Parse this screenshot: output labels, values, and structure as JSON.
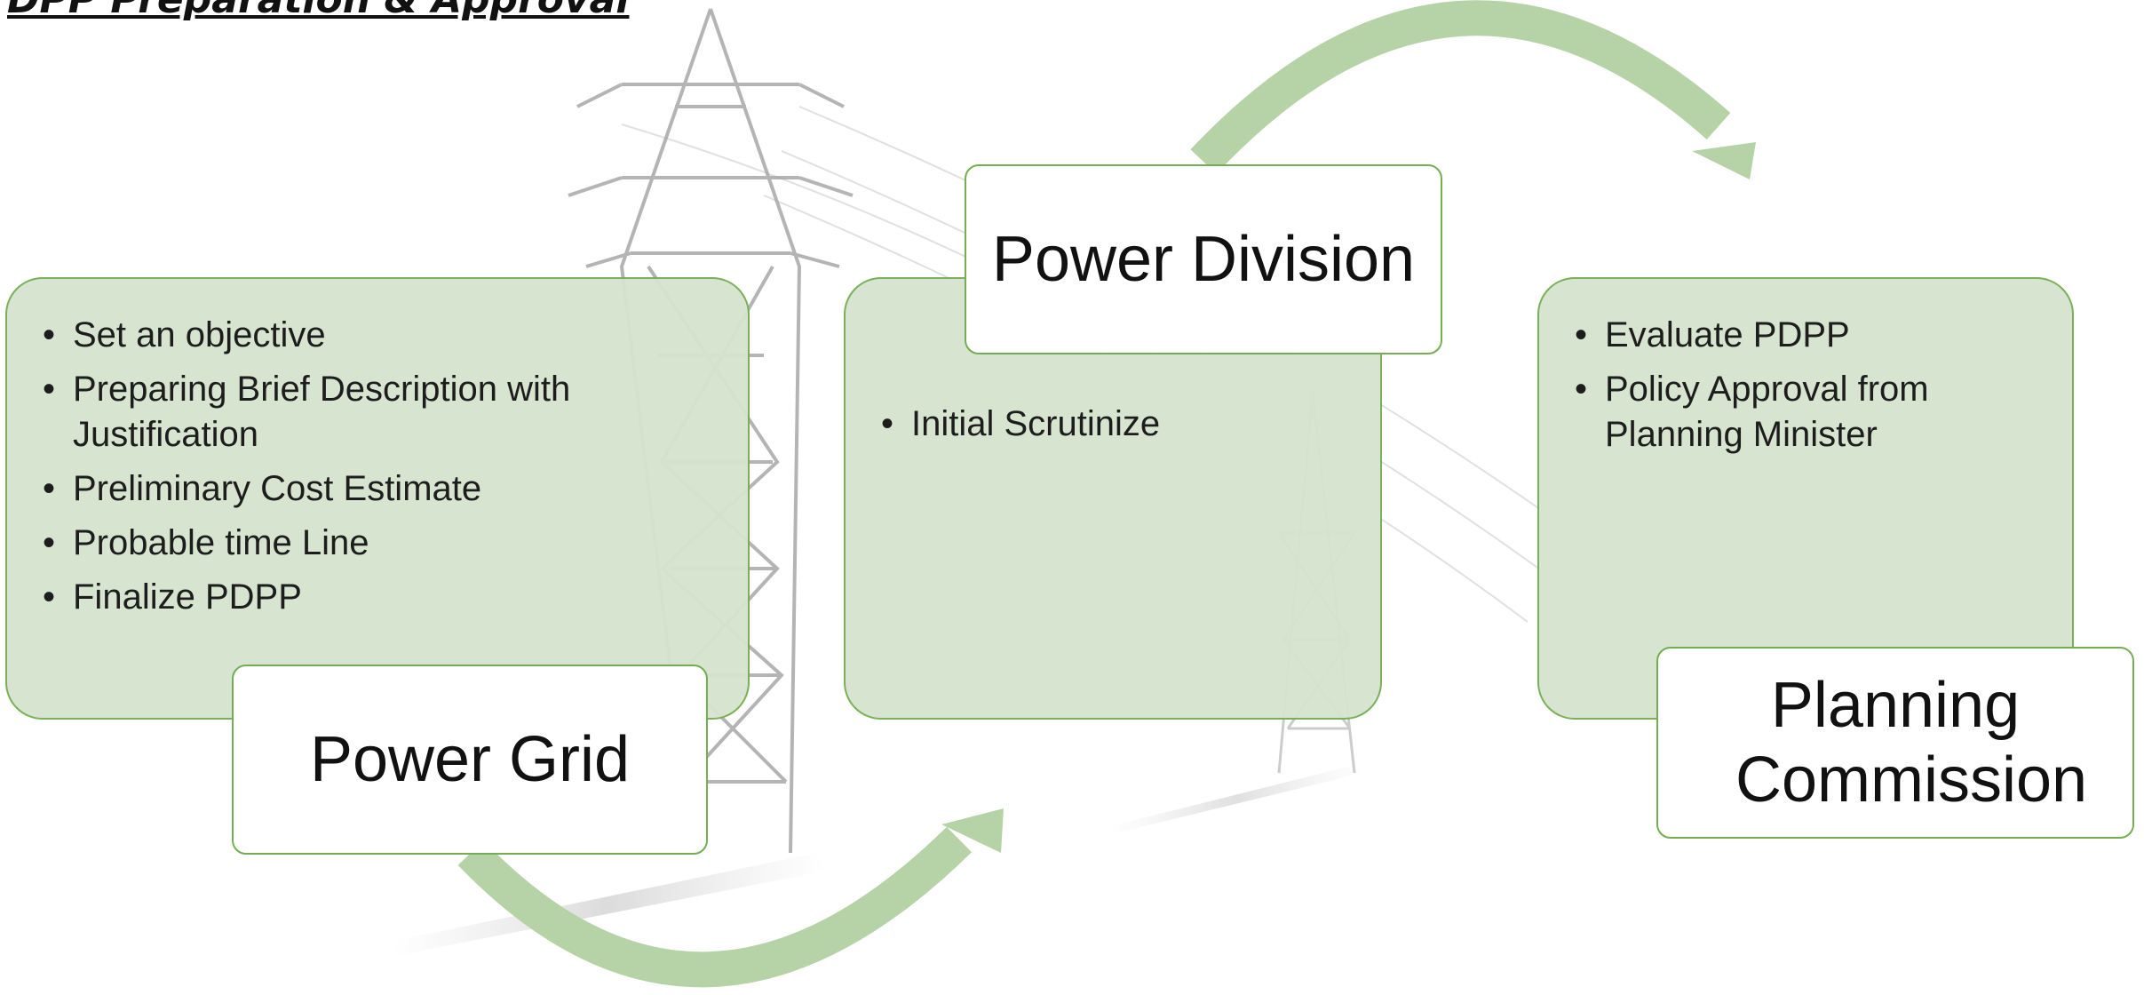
{
  "slide": {
    "title": "DPP Preparation & Approval"
  },
  "colors": {
    "panel_fill": "#d6e4cf",
    "panel_border": "#74ad52",
    "arrow": "#b6d3a8"
  },
  "stages": [
    {
      "name": "Power Grid",
      "items": [
        "Set an objective",
        "Preparing Brief Description with Justification",
        "Preliminary Cost Estimate",
        "Probable time Line",
        "Finalize PDPP"
      ]
    },
    {
      "name": "Power Division",
      "items": [
        "Initial Scrutinize"
      ]
    },
    {
      "name": "Planning Commission",
      "items": [
        "Evaluate PDPP",
        "Policy Approval from Planning Minister"
      ]
    }
  ]
}
